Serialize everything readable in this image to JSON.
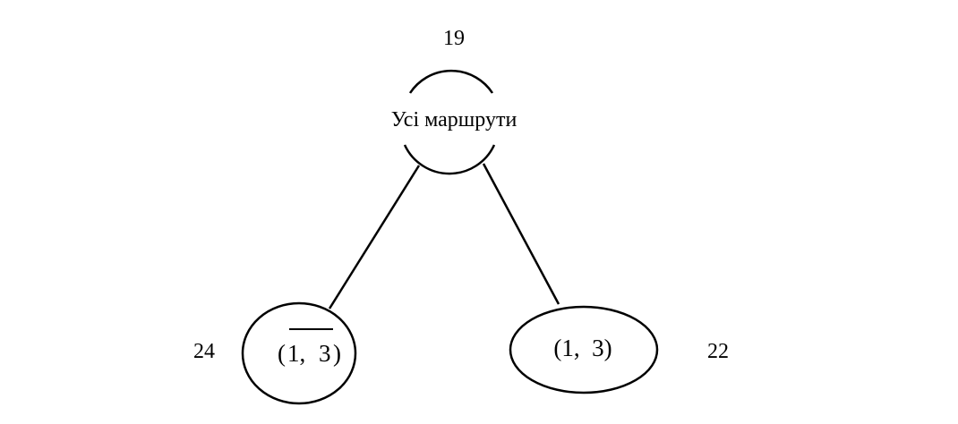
{
  "tree": {
    "root": {
      "label": "Усі маршрути",
      "bound": "19"
    },
    "left": {
      "label_open": "(",
      "label_a": "1,",
      "label_b": "3",
      "label_close": ")",
      "overlined": true,
      "bound": "24"
    },
    "right": {
      "label": "(1,  3)",
      "bound": "22"
    }
  }
}
